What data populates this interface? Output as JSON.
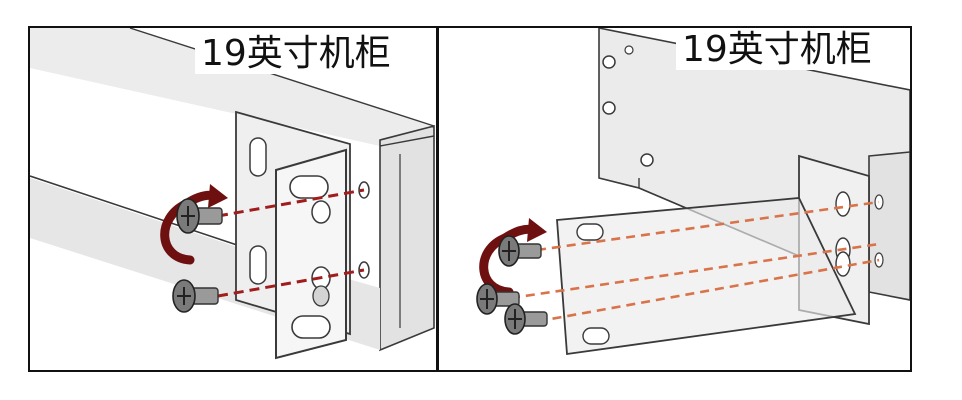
{
  "panels": [
    {
      "id": "left",
      "label": "19英寸机柜",
      "screws": 2
    },
    {
      "id": "right",
      "label": "19英寸机柜",
      "screws": 3
    }
  ],
  "colors": {
    "line_left": "#a11d1d",
    "line_right": "#d9734a",
    "arrow": "#6e1010",
    "outline": "#3a3a3a",
    "chassis_fill": "#e7e7e7",
    "bracket_fill": "#efefef"
  }
}
